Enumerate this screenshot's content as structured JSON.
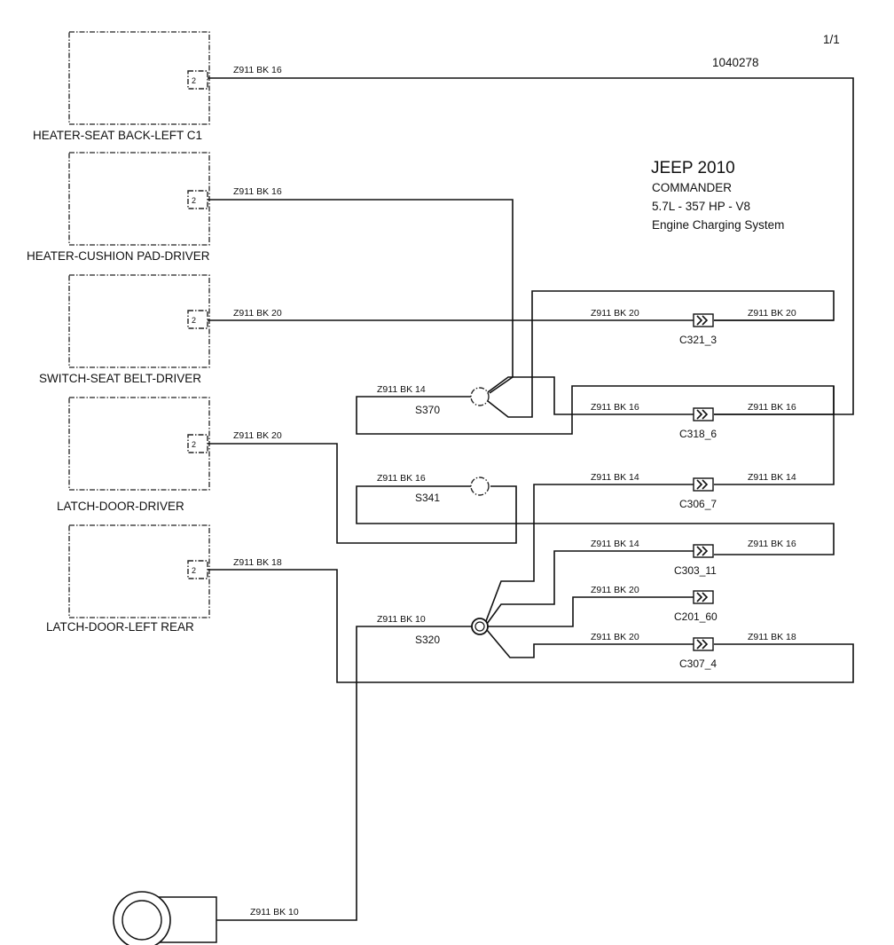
{
  "page_number": "1/1",
  "doc_number": "1040278",
  "title": {
    "line1": "JEEP 2010",
    "line2": "COMMANDER",
    "line3": "5.7L - 357 HP  - V8",
    "line4": "Engine Charging System"
  },
  "components": [
    {
      "label": "HEATER-SEAT BACK-LEFT C1",
      "pin": "2"
    },
    {
      "label": "HEATER-CUSHION PAD-DRIVER",
      "pin": "2"
    },
    {
      "label": "SWITCH-SEAT BELT-DRIVER",
      "pin": "2"
    },
    {
      "label": "LATCH-DOOR-DRIVER",
      "pin": "2"
    },
    {
      "label": "LATCH-DOOR-LEFT REAR",
      "pin": "2"
    }
  ],
  "wires": {
    "w1": "Z911 BK 16",
    "w2": "Z911 BK 16",
    "w3": "Z911 BK 20",
    "w4": "Z911 BK 20",
    "w5": "Z911 BK 18",
    "s370_in": "Z911 BK 14",
    "s341_in": "Z911 BK 16",
    "s320_in": "Z911 BK 10",
    "ground": "Z911 BK 10",
    "c321_left": "Z911 BK 20",
    "c321_right": "Z911 BK 20",
    "c318_left": "Z911 BK 16",
    "c318_right": "Z911 BK 16",
    "c306_left": "Z911 BK 14",
    "c306_right": "Z911 BK 14",
    "c303_left": "Z911 BK 14",
    "c303_right": "Z911 BK 16",
    "c201_left": "Z911 BK 20",
    "c307_left": "Z911 BK 20",
    "c307_right": "Z911 BK 18"
  },
  "splices": {
    "s370": "S370",
    "s341": "S341",
    "s320": "S320"
  },
  "connectors": {
    "c321": "C321_3",
    "c318": "C318_6",
    "c306": "C306_7",
    "c303": "C303_11",
    "c201": "C201_60",
    "c307": "C307_4"
  }
}
